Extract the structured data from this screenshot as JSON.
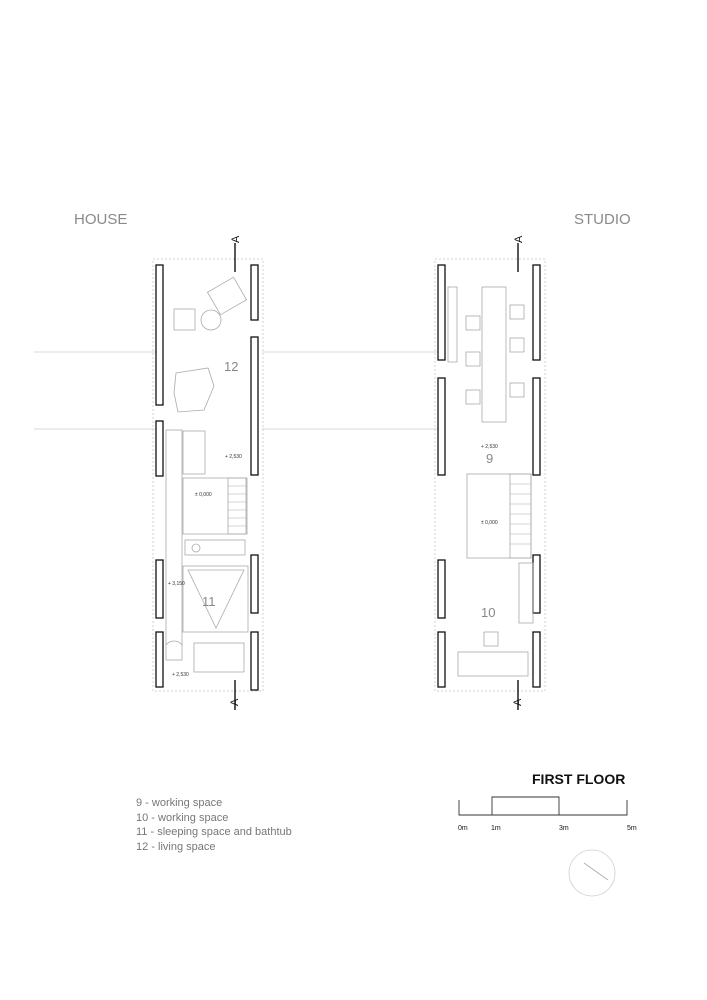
{
  "titles": {
    "house": "HOUSE",
    "studio": "STUDIO",
    "floor": "FIRST FLOOR"
  },
  "section_marks": {
    "house_top": "A",
    "house_bottom": "A",
    "studio_top": "A",
    "studio_bottom": "A"
  },
  "rooms": {
    "house_living": "12",
    "house_sleeping": "11",
    "studio_working_top": "9",
    "studio_working_bottom": "10"
  },
  "levels": {
    "house_upper": "+ 2,530",
    "house_stair": "± 0,000",
    "house_sleep": "+ 3,150",
    "house_bath": "+ 2,530",
    "studio_upper": "+ 2,530",
    "studio_stair": "± 0,000"
  },
  "legend": [
    "9 -  working space",
    "10 - working space",
    "11 - sleeping space and bathtub",
    "12 - living space"
  ],
  "scale_bar": {
    "labels": [
      "0m",
      "1m",
      "3m",
      "5m"
    ]
  }
}
